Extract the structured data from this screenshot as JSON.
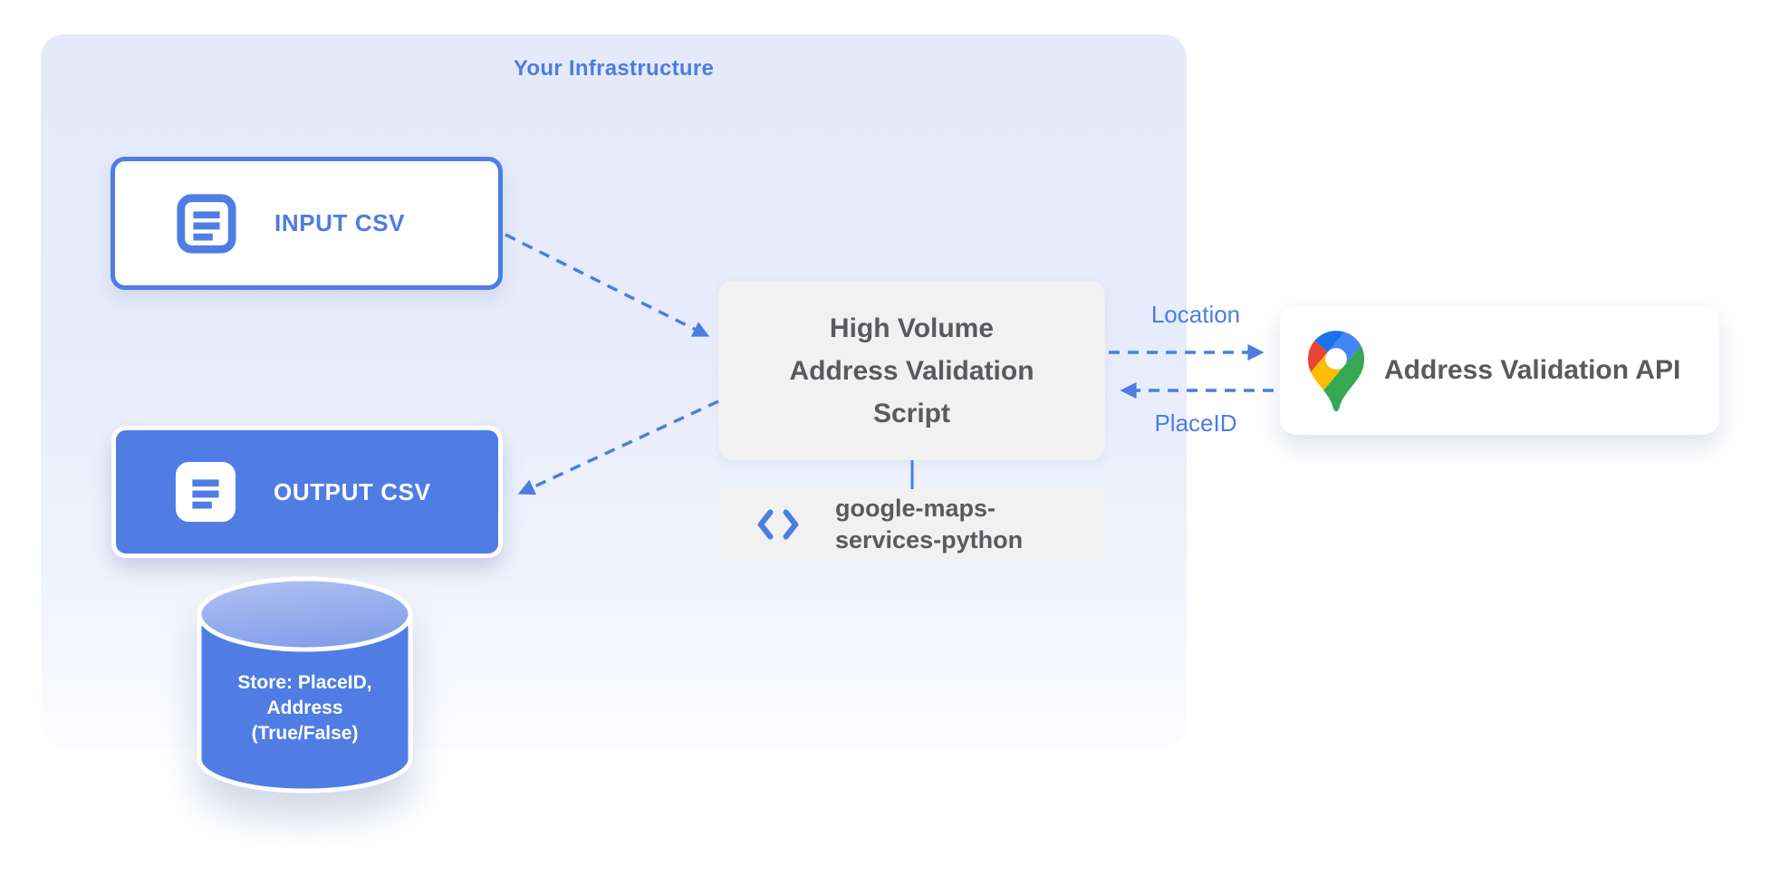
{
  "infrastructure": {
    "title": "Your Infrastructure"
  },
  "nodes": {
    "input_csv": {
      "label": "INPUT CSV",
      "icon": "document-icon"
    },
    "output_csv": {
      "label": "OUTPUT CSV",
      "icon": "document-icon"
    },
    "datastore": {
      "label": "Store: PlaceID,\nAddress\n(True/False)",
      "shape": "cylinder"
    },
    "script": {
      "label": "High Volume\nAddress Validation\nScript"
    },
    "library": {
      "label": "google-maps-\nservices-python",
      "icon": "code-icon"
    },
    "api": {
      "label": "Address Validation API",
      "icon": "google-maps-pin-icon"
    }
  },
  "edges": {
    "input_to_script": {
      "style": "dashed"
    },
    "script_to_output": {
      "style": "dashed"
    },
    "script_to_api": {
      "label": "Location",
      "style": "dashed"
    },
    "api_to_script": {
      "label": "PlaceID",
      "style": "dashed"
    },
    "script_to_library": {
      "style": "solid"
    }
  },
  "colors": {
    "accent_blue": "#4d7ce2",
    "node_border_blue": "#4f7de4",
    "container_top": "#e4eafa",
    "container_bottom": "#fdfdff",
    "gray_node_fill": "#f1f1f2",
    "text_dark": "#595a5e",
    "pin_top_blue": "#1a73e8",
    "pin_red": "#ea4335",
    "pin_blue": "#4285f4",
    "pin_yellow": "#fbbc04",
    "pin_green": "#34a853"
  }
}
